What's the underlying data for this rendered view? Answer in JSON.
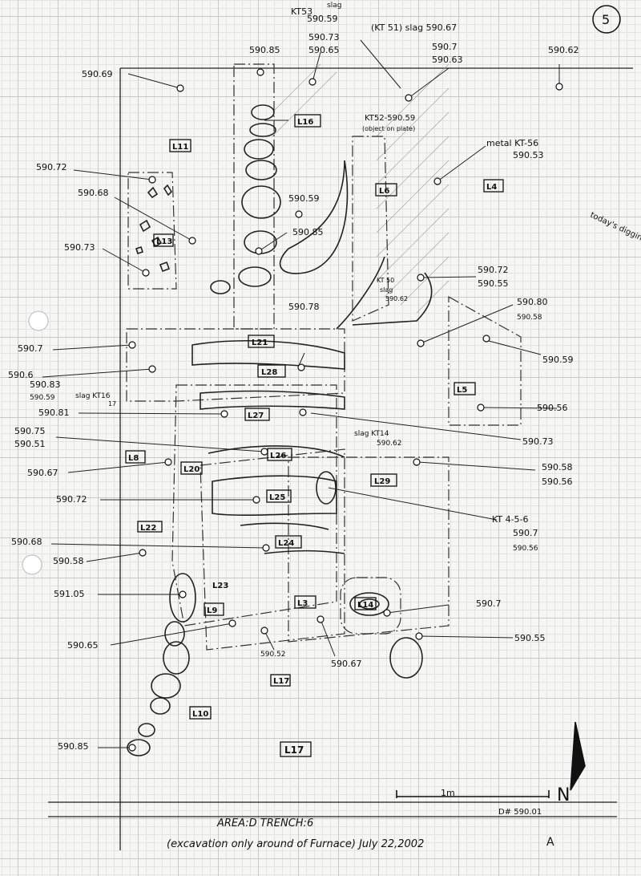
{
  "page": {
    "sheet_number": "5",
    "revision_mark": "A",
    "drawing_number": "D# 590.01"
  },
  "title": {
    "line1": "AREA:D  TRENCH:6",
    "line2": "(excavation only around of Furnace)  July 22,2002"
  },
  "scale": {
    "label": "1m"
  },
  "north": {
    "label": "N"
  },
  "loci": [
    "L11",
    "L16",
    "L6",
    "L4",
    "L13",
    "L21",
    "L28",
    "L5",
    "L27",
    "L26",
    "L8",
    "L20",
    "L29",
    "L25",
    "L22",
    "L24",
    "L23",
    "L3",
    "L14",
    "L9",
    "L17",
    "L10"
  ],
  "elevations": [
    "590.69",
    "590.85",
    "590.73",
    "590.65",
    "590.62",
    "590.72",
    "590.68",
    "590.73",
    "590.59",
    "590.85",
    "590.72",
    "590.55",
    "590.80",
    "590.58",
    "590.7",
    "590.78",
    "590.59",
    "590.6",
    "590.83",
    "590.59",
    "590.81",
    "590.56",
    "590.75",
    "590.51",
    "590.73",
    "590.67",
    "590.58",
    "590.56",
    "590.72",
    "590.68",
    "590.58",
    "591.05",
    "590.65",
    "590.52",
    "590.67",
    "590.7",
    "590.55",
    "590.85",
    "590.7",
    "590.56",
    "590.62",
    "590.53",
    "590.67",
    "590.7",
    "590.63"
  ],
  "finds": {
    "kt53": "KT53",
    "slag": "slag",
    "kt53_elev": "590.59",
    "kt51": "(KT 51) slag 590.67",
    "kt52": "KT52-590.59",
    "kt52_note": "(object on plate)",
    "metal": "metal KT-56",
    "metal_elev": "590.53",
    "kt50": "KT 50",
    "kt50_slag": "slag",
    "kt50_elev": "590.62",
    "kt16": "slag KT16",
    "kt16_sub": "17",
    "kt14": "slag KT14",
    "kt14_elev": "590.62",
    "kt456": "KT 4-5-6",
    "todays_digging": "today's digging"
  }
}
